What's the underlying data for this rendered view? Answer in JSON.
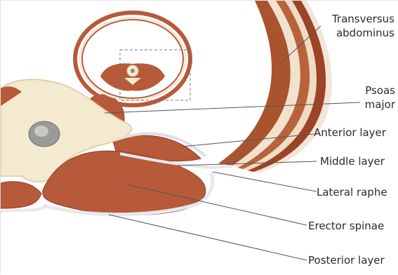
{
  "labels": {
    "transversus": [
      "Transversus",
      "abdominus"
    ],
    "psoas": [
      "Psoas",
      "major"
    ],
    "anterior": "Anterior layer",
    "middle": "Middle layer",
    "raphe": "Lateral raphe",
    "erector": "Erector spinae",
    "posterior": "Posterior layer"
  },
  "colors": {
    "muscle": "#b65a3a",
    "muscle_dark": "#8f3f27",
    "bone": "#f4ead0",
    "bone_edge": "#d9c79e",
    "fascia": "#e8e8ea",
    "leader": "#555555"
  }
}
